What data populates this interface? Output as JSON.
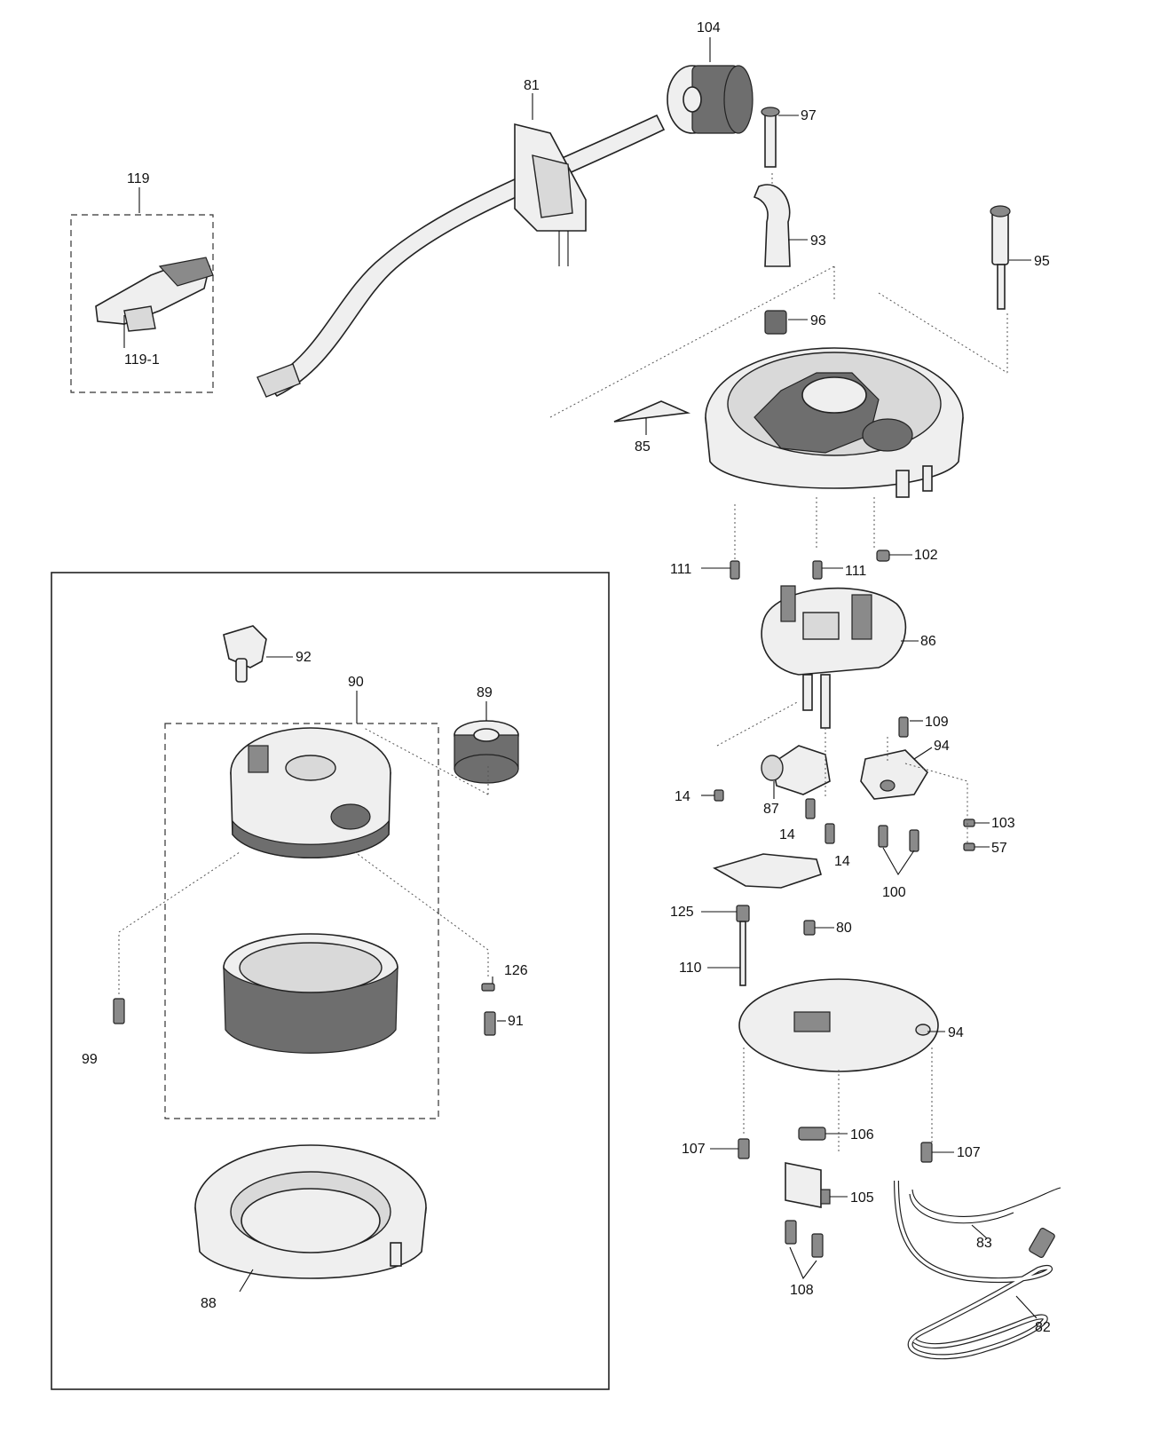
{
  "labels": {
    "l104": "104",
    "l81": "81",
    "l97": "97",
    "l119": "119",
    "l93": "93",
    "l95": "95",
    "l96": "96",
    "l119_1": "119-1",
    "l85": "85",
    "l111a": "111",
    "l111b": "111",
    "l102": "102",
    "l86": "86",
    "l92": "92",
    "l90": "90",
    "l89": "89",
    "l109": "109",
    "l94a": "94",
    "l14a": "14",
    "l87": "87",
    "l103": "103",
    "l57": "57",
    "l14b": "14",
    "l14c": "14",
    "l100": "100",
    "l125": "125",
    "l80": "80",
    "l110": "110",
    "l126": "126",
    "l91": "91",
    "l99": "99",
    "l94b": "94",
    "l107a": "107",
    "l106": "106",
    "l107b": "107",
    "l105": "105",
    "l83": "83",
    "l88": "88",
    "l108": "108",
    "l82": "82"
  },
  "colors": {
    "line": "#222222",
    "fill": "#efefef",
    "shade": "#8a8a8a"
  }
}
